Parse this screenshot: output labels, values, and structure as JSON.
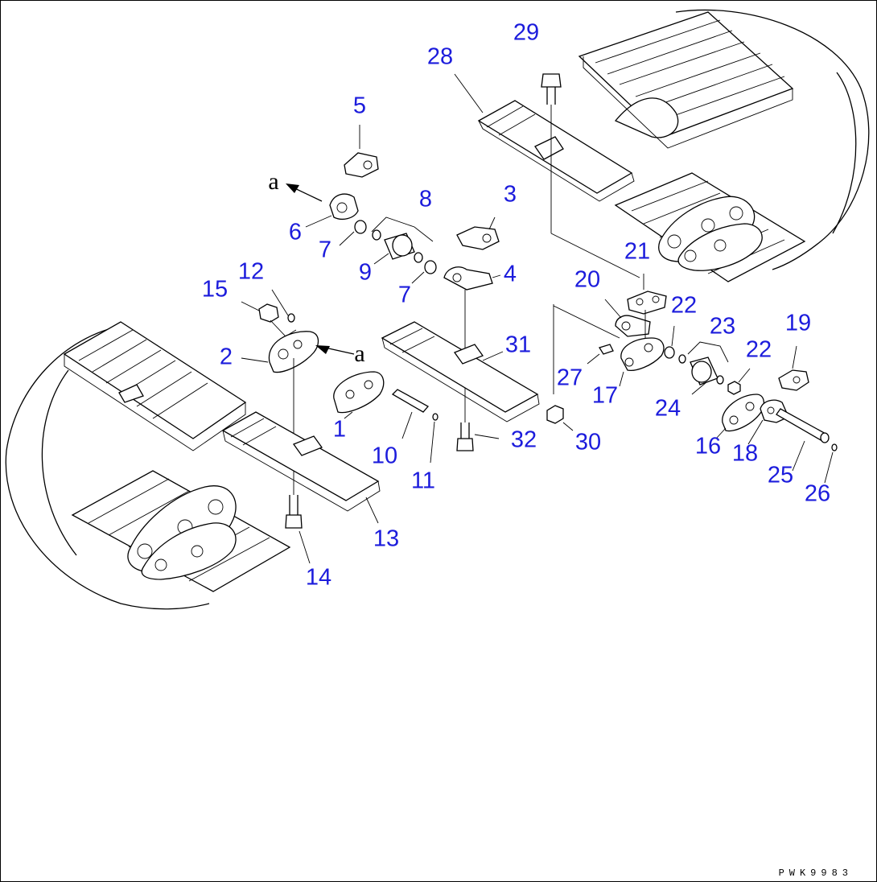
{
  "diagram": {
    "drawing_code": "PWK9983",
    "view_marks": [
      "a",
      "a"
    ],
    "callouts": [
      "1",
      "2",
      "3",
      "4",
      "5",
      "6",
      "7",
      "7",
      "8",
      "9",
      "10",
      "11",
      "12",
      "13",
      "14",
      "15",
      "16",
      "17",
      "18",
      "19",
      "20",
      "21",
      "22",
      "22",
      "23",
      "24",
      "25",
      "26",
      "27",
      "28",
      "29",
      "30",
      "31",
      "32"
    ],
    "callout_color": "#1c1cdc",
    "line_color": "#000000"
  }
}
